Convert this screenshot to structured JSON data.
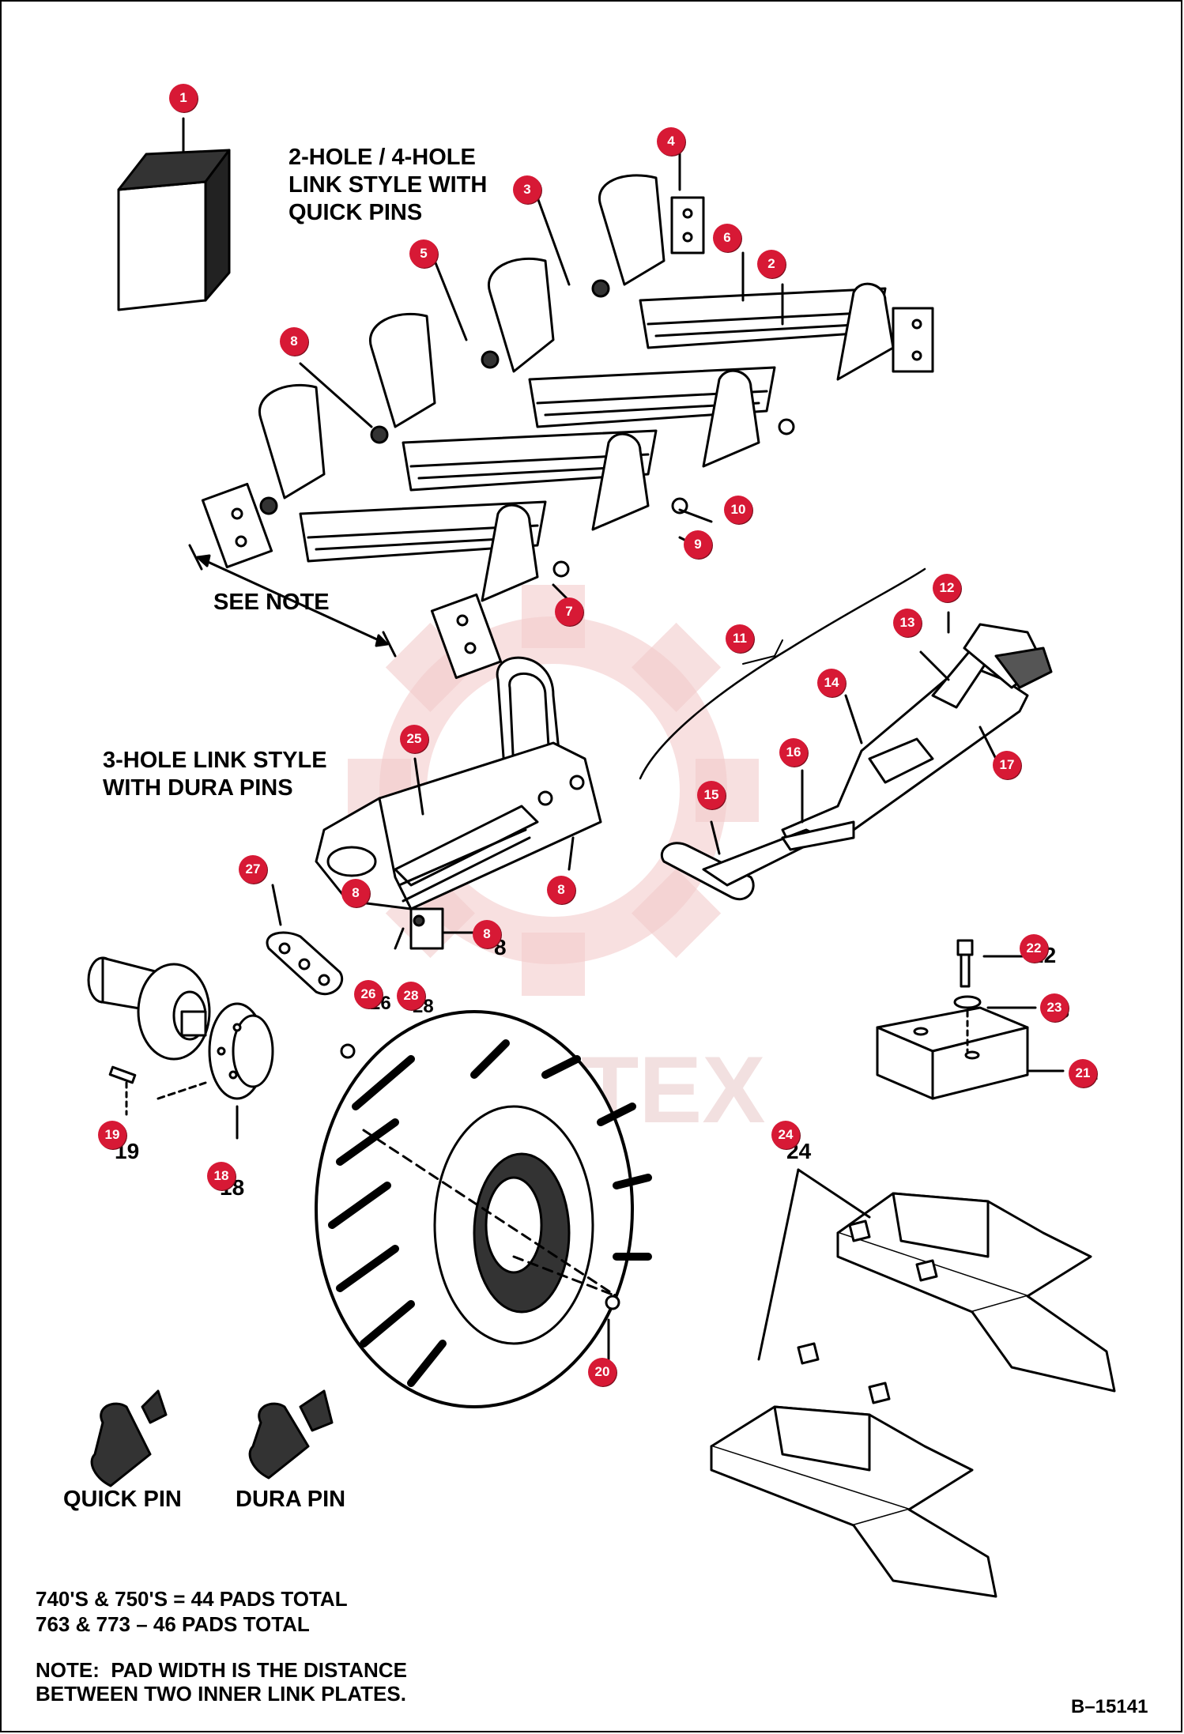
{
  "titles": {
    "top_style": "2-HOLE / 4-HOLE\nLINK STYLE WITH\nQUICK PINS",
    "mid_style": "3-HOLE LINK STYLE\nWITH DURA PINS",
    "see_note": "SEE NOTE",
    "quick_pin": "QUICK PIN",
    "dura_pin": "DURA PIN"
  },
  "notes": {
    "pads_line1": "740'S & 750'S = 44 PADS TOTAL",
    "pads_line2": "763 & 773 – 46 PADS TOTAL",
    "note_line1": "NOTE:  PAD WIDTH IS THE DISTANCE",
    "note_line2": "BETWEEN TWO INNER LINK PLATES."
  },
  "figure_id": "B–15141",
  "watermark": "TEX",
  "callouts": [
    "1",
    "2",
    "3",
    "4",
    "5",
    "6",
    "7",
    "8",
    "9",
    "10",
    "11",
    "12",
    "13",
    "14",
    "15",
    "16",
    "17",
    "8",
    "19",
    "20",
    "21",
    "22",
    "23",
    "24",
    "25",
    "8",
    "27",
    "8",
    "26",
    "28",
    "18"
  ],
  "underlying_numbers": [
    "22",
    "23",
    "21",
    "24",
    "19",
    "18",
    "8",
    "26",
    "28",
    "17"
  ],
  "colors": {
    "callout": "#d71935",
    "line": "#000000",
    "watermark": "#e8c7c7"
  }
}
